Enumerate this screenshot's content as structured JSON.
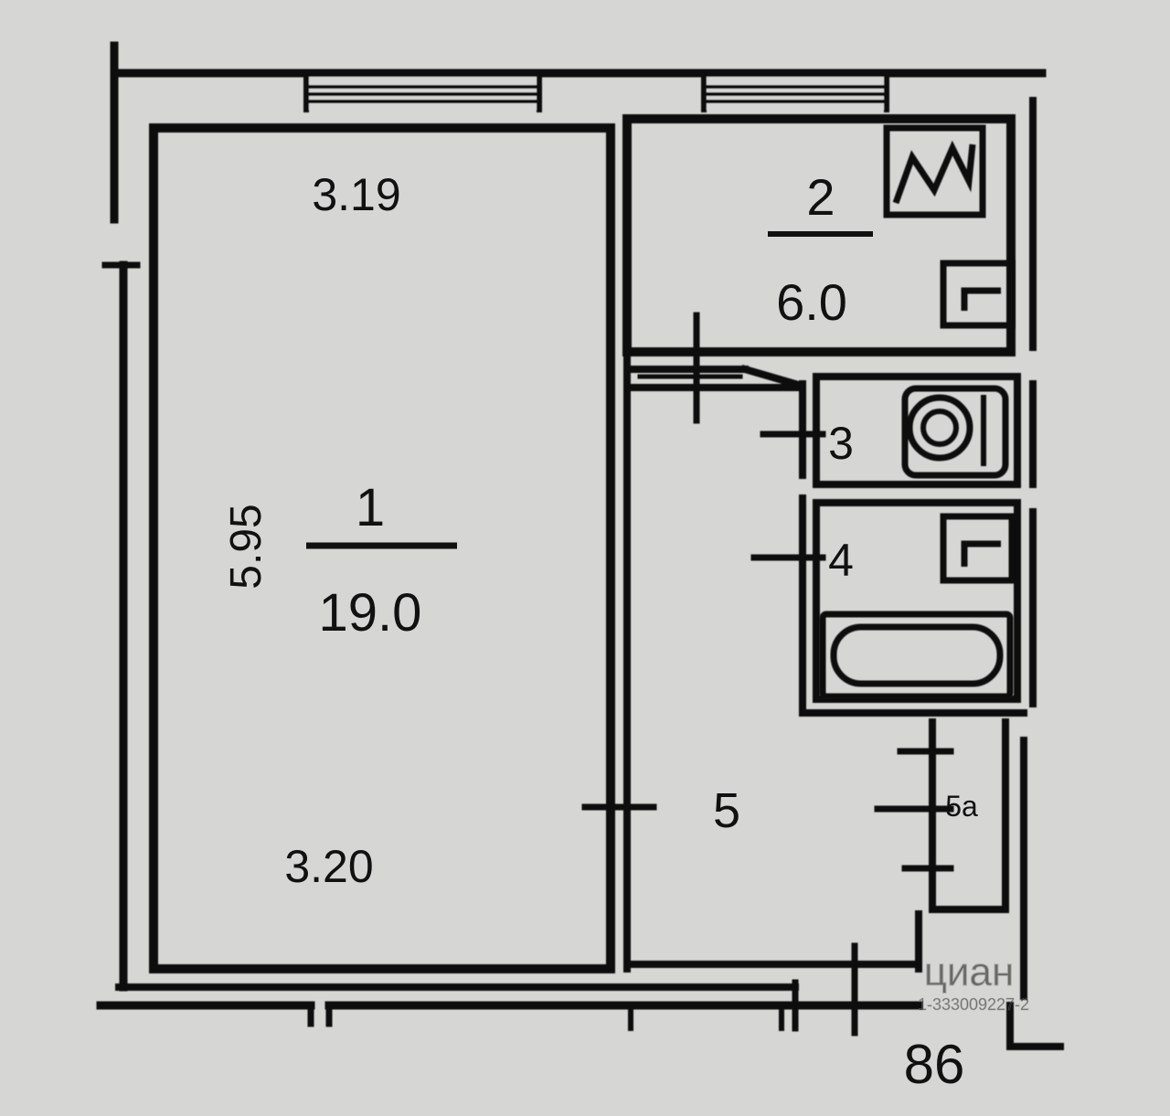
{
  "rooms": [
    {
      "number": "1",
      "area": "19.0"
    },
    {
      "number": "2",
      "area": "6.0"
    },
    {
      "number": "3"
    },
    {
      "number": "4"
    },
    {
      "number": "5"
    },
    {
      "number": "5a"
    }
  ],
  "dimensions": {
    "room1_top_width": "3.19",
    "room1_bottom_width": "3.20",
    "room1_length": "5.95"
  },
  "building_series": "86",
  "watermark": {
    "brand": "циан",
    "listing_id": "1-333009227-2"
  },
  "colors": {
    "paper": "#d6d6d4",
    "line": "#111111"
  },
  "icons": [
    "stove-icon",
    "sink-icon",
    "toilet-icon",
    "sink-icon",
    "bathtub-icon"
  ]
}
